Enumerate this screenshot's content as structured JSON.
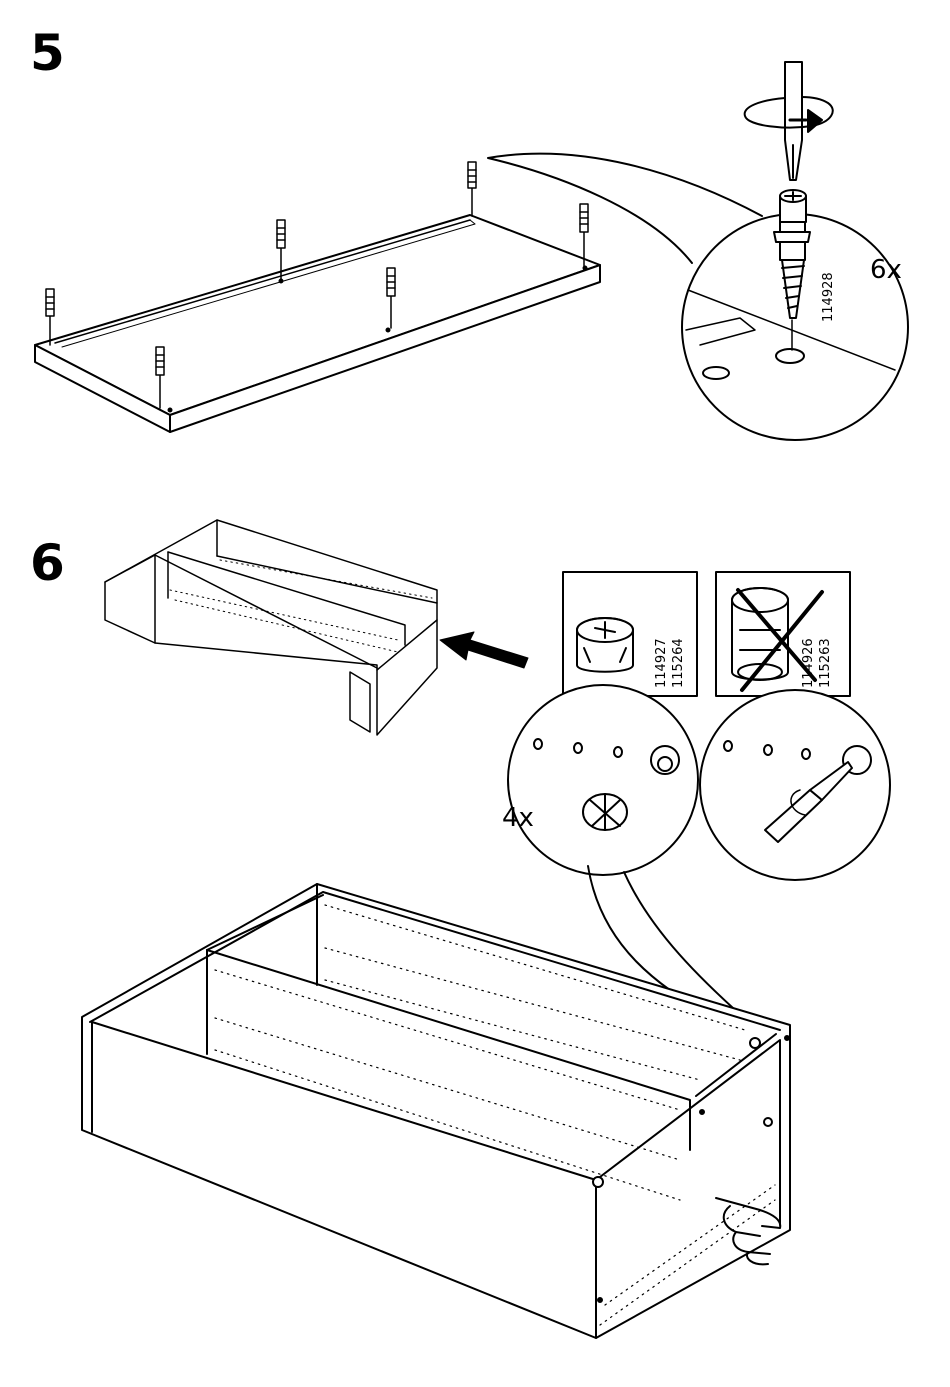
{
  "steps": [
    {
      "number": "5",
      "quantity": "6x",
      "part_numbers": [
        "114928"
      ]
    },
    {
      "number": "6",
      "quantity": "4x",
      "correct_part_numbers": [
        "114927",
        "115264"
      ],
      "wrong_part_numbers": [
        "114926",
        "115263"
      ]
    }
  ],
  "icons": {
    "rotation": "clockwise-rotation-icon",
    "screwdriver": "screwdriver-icon",
    "wrong": "cross-out-icon",
    "hand": "pointing-hand-icon",
    "push": "push-arrow-icon"
  }
}
